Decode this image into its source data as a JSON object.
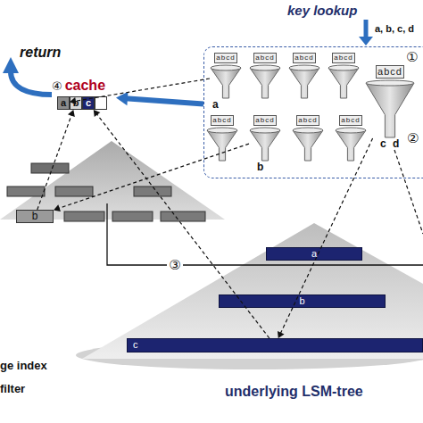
{
  "diagram": {
    "nodes": [
      {
        "text": [
          "①"
        ]
      },
      {
        "text": [
          "abcd"
        ],
        "in": 0
      },
      {
        "text": [
          "abcd"
        ],
        "in": 0
      },
      {
        "text": [
          "abcd"
        ],
        "in": 0
      },
      {
        "text": [
          "abcd"
        ],
        "in": 0
      },
      {
        "text": [
          "abcd"
        ],
        "in": 0
      },
      {
        "text": [
          "abcd"
        ],
        "in": 0
      },
      {
        "text": [
          "abcd"
        ],
        "in": 0
      },
      {
        "text": [
          "abcd"
        ],
        "in": 0
      },
      {
        "text": [
          "abcd"
        ],
        "in": 0
      },
      {
        "text": [
          "④",
          "cache"
        ]
      },
      {
        "text": [
          "a"
        ],
        "in": 10
      },
      {
        "text": [
          "b"
        ],
        "in": 10
      },
      {
        "text": [
          "c"
        ],
        "in": 10
      },
      {
        "text": [
          "b"
        ]
      },
      {
        "text": [
          "a"
        ]
      },
      {
        "text": [
          "b"
        ]
      },
      {
        "text": [
          "c"
        ]
      }
    ],
    "edges": [
      {
        "from": 0,
        "to": 10,
        "arrow": "to"
      },
      {
        "from": 1,
        "to": 11,
        "arrow": "to"
      },
      {
        "from": 7,
        "to": 14,
        "arrow": "to"
      },
      {
        "from": 14,
        "to": 12,
        "arrow": "to"
      },
      {
        "from": 5,
        "to": 17,
        "arrow": "to"
      },
      {
        "from": 17,
        "to": 13,
        "arrow": "to"
      }
    ],
    "labels": [
      "key lookup",
      "a, b, c, d",
      "return",
      "a",
      "b",
      "c",
      "d",
      "②",
      "③",
      "underlying LSM-tree"
    ],
    "legend": [
      {
        "text": "ge index"
      },
      {
        "text": "filter"
      }
    ]
  }
}
